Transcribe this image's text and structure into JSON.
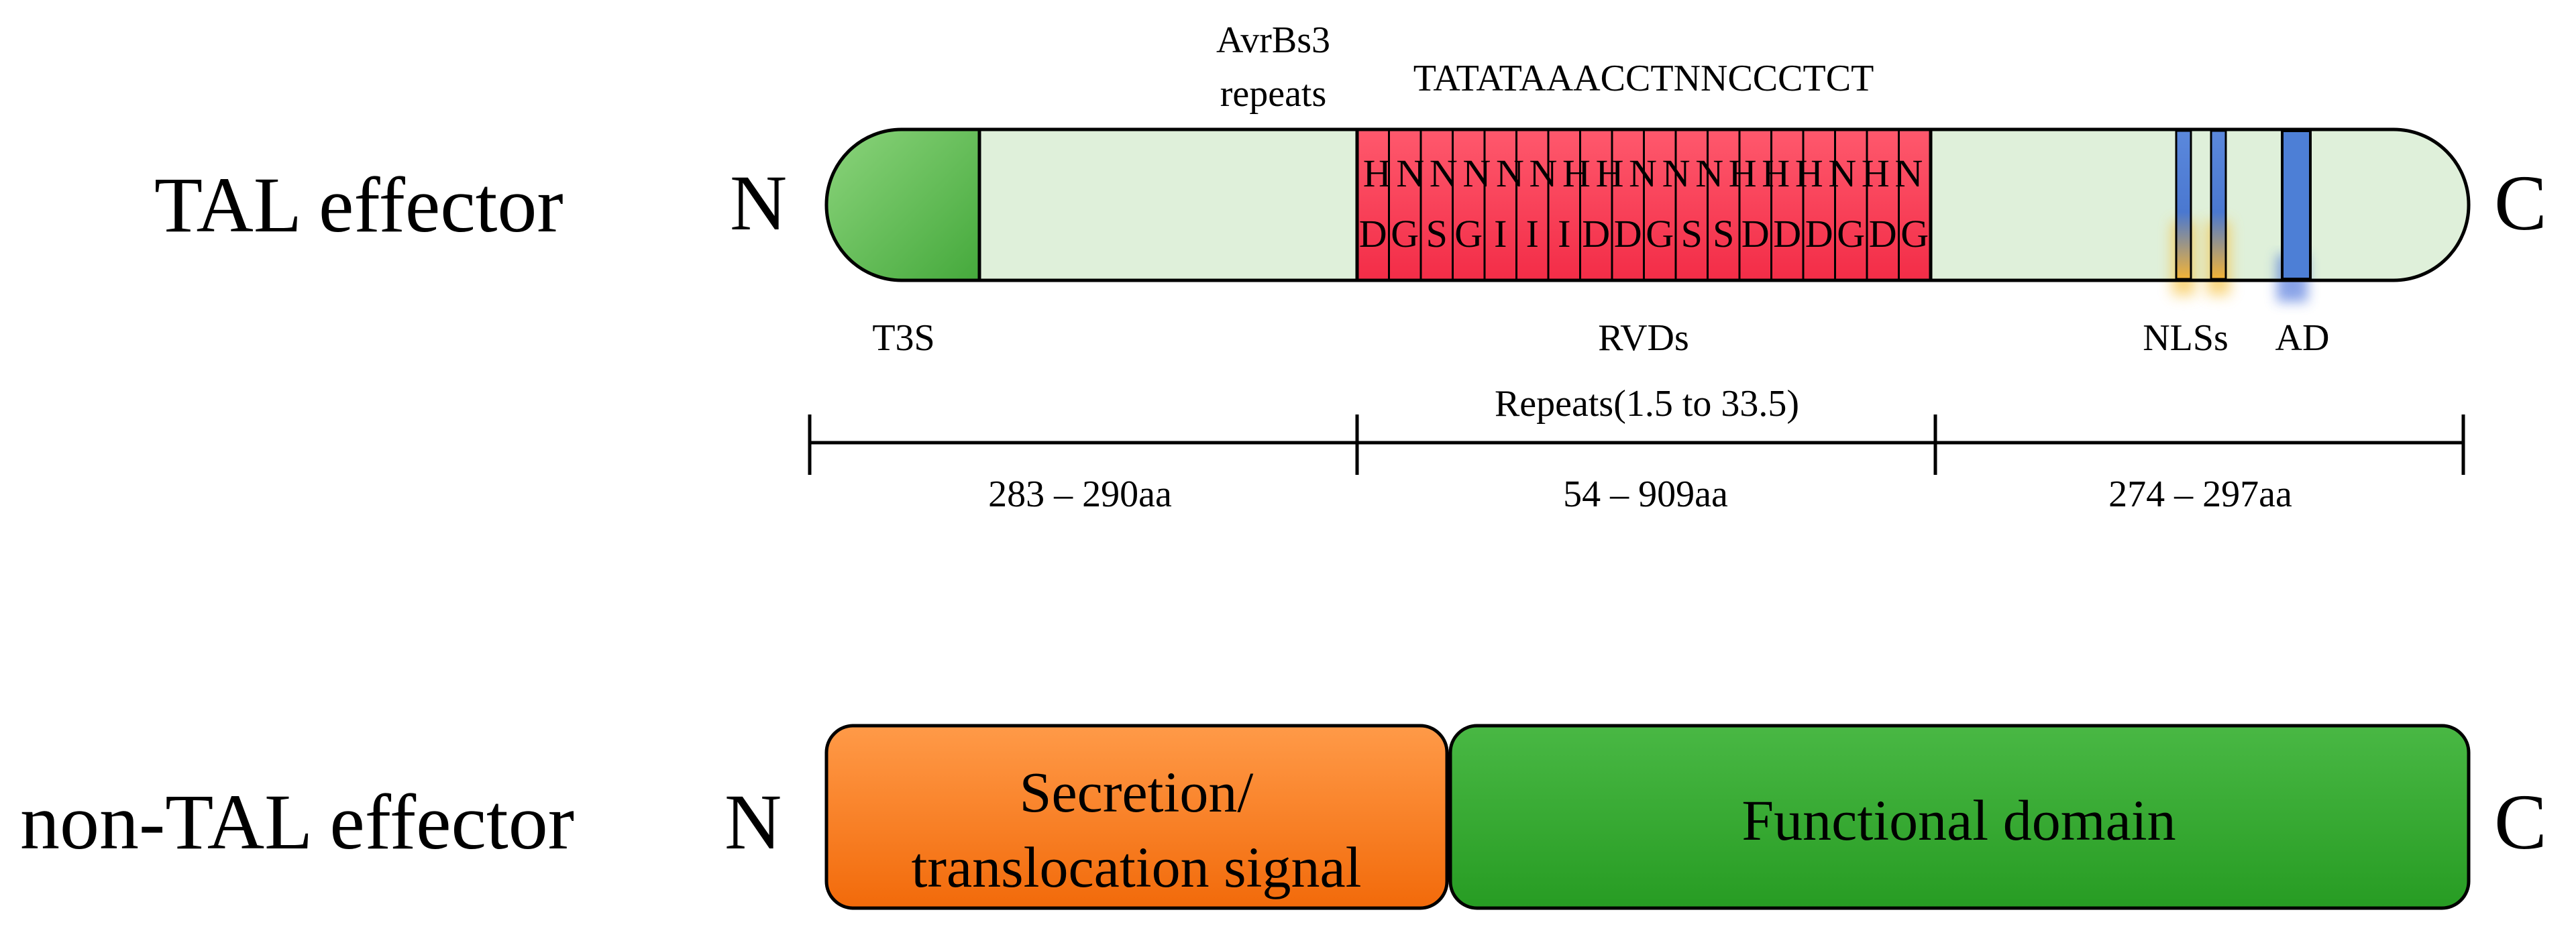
{
  "tal": {
    "row_label": "TAL effector",
    "n_label": "N",
    "c_label": "C",
    "avrbs3_line1": "AvrBs3",
    "avrbs3_line2": "repeats",
    "sequence": "TATATAAACCTNNCCCTCT",
    "t3s_label": "T3S",
    "rvds_label": "RVDs",
    "nls_label": "NLSs",
    "ad_label": "AD",
    "repeats_range_label": "Repeats(1.5 to 33.5)",
    "seg1_label": "283 – 290aa",
    "seg2_label": "54 – 909aa",
    "seg3_label": "274 – 297aa",
    "rvd_top": [
      "H",
      "N",
      "N",
      "N",
      "N",
      "N",
      "H",
      "H",
      "N",
      "N",
      "N",
      "H",
      "H",
      "H",
      "N",
      "H",
      "N"
    ],
    "rvd_bottom": [
      "D",
      "G",
      "S",
      "G",
      "I",
      "I",
      "I",
      "D",
      "D",
      "G",
      "S",
      "S",
      "D",
      "D",
      "D",
      "G",
      "D",
      "G"
    ]
  },
  "nontal": {
    "row_label": "non-TAL effector",
    "n_label": "N",
    "c_label": "C",
    "secretion_line1": "Secretion/",
    "secretion_line2": "translocation signal",
    "functional_label": "Functional domain"
  },
  "colors": {
    "body_fill": "#dff0da",
    "t3s_fill": "#5fbf55",
    "repeat_fill": "#ff3b55",
    "nls_fill": "#4d7fd6",
    "nls_glow": "#f6c242",
    "ad_fill": "#4d7fd6",
    "secretion_fill": "#ff7a1a",
    "functional_fill": "#33a52f"
  }
}
